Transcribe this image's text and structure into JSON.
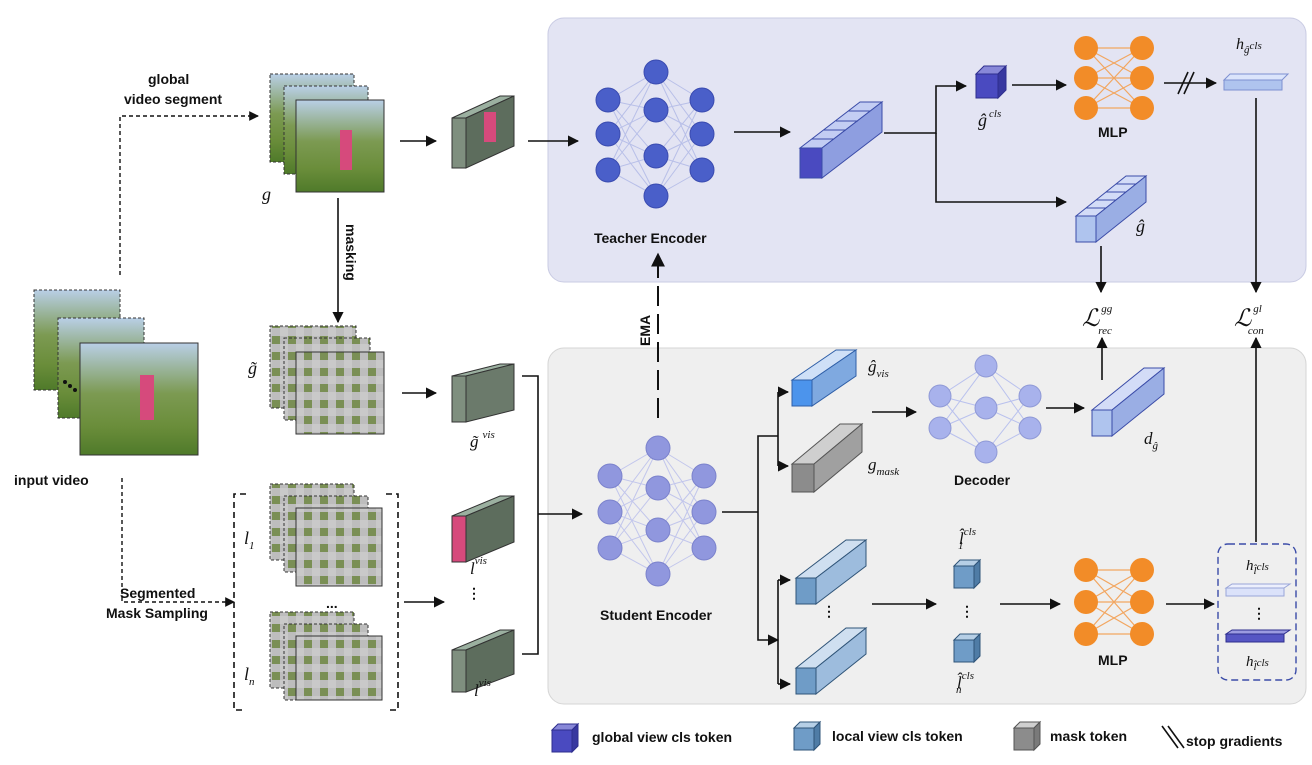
{
  "labels": {
    "global_video_segment_1": "global",
    "global_video_segment_2": "video segment",
    "masking": "masking",
    "input_video": "input video",
    "segmented_1": "Segmented",
    "segmented_2": "Mask Sampling",
    "teacher_encoder": "Teacher Encoder",
    "student_encoder": "Student Encoder",
    "decoder": "Decoder",
    "ema": "EMA",
    "mlp_top": "MLP",
    "mlp_bottom": "MLP",
    "ellipsis": "..."
  },
  "math": {
    "g": "g",
    "g_tilde": "g̃",
    "l1": "l",
    "l1_sub": "1",
    "ln": "l",
    "ln_sub": "n",
    "g_vis_main": "g̃",
    "vis_sup": "vis",
    "l_vis_main": "l",
    "ghat_cls_main": "ĝ",
    "cls_sup": "cls",
    "ghat": "ĝ",
    "ghat_vis_main": "ĝ",
    "vis_sub": "vis",
    "g_mask_main": "g",
    "mask_sub": "mask",
    "d_main": "d",
    "d_sub": "ĝ",
    "l1hat_main": "l̂",
    "h_main": "h",
    "L_main": "ℒ",
    "gg_sup": "gg",
    "rec_sub": "rec",
    "gl_sup": "gl",
    "con_sub": "con"
  },
  "legend": {
    "global": "global view cls token",
    "local": "local view cls token",
    "mask": "mask token",
    "stop": "stop gradients"
  },
  "colors": {
    "teacher_bg": "#E3E4F3",
    "student_bg": "#EFEFEF",
    "teacher_node": "#4A5FC9",
    "student_node": "#9097DE",
    "decoder_node": "#A8B2EC",
    "mlp_node": "#F28C28",
    "global_token": "#4A4AC0",
    "local_token": "#6F9CC7",
    "mask_token": "#8C8C8C",
    "light_token": "#AFC4EE"
  }
}
